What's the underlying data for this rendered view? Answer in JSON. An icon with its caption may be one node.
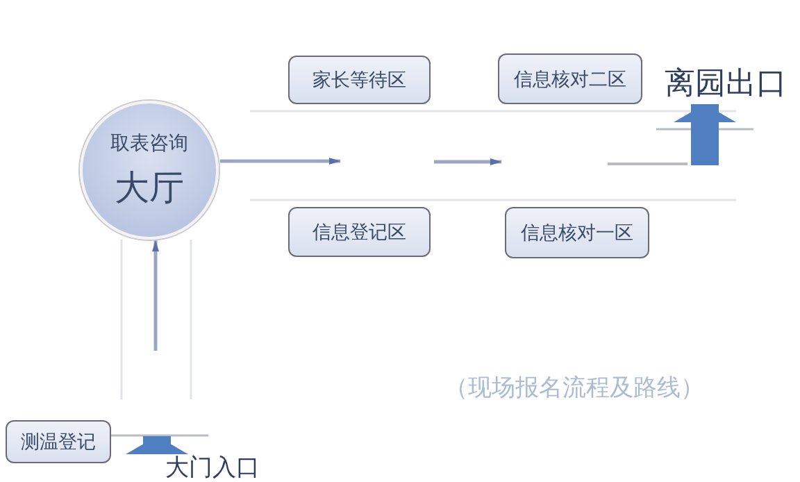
{
  "diagram": {
    "nodes": [
      {
        "text": [
          "取表咨询",
          "大厅"
        ]
      },
      {
        "text": [
          "家长等待区"
        ]
      },
      {
        "text": [
          "信息核对二区"
        ]
      },
      {
        "text": [
          "信息登记区"
        ]
      },
      {
        "text": [
          "信息核对一区"
        ]
      },
      {
        "text": [
          "测温登记"
        ]
      },
      {
        "text": [
          "离园出口"
        ]
      }
    ],
    "edges": [
      {
        "from": null,
        "to": 0,
        "arrow": "to"
      },
      {
        "from": 0,
        "to": null,
        "arrow": "to"
      },
      {
        "from": null,
        "to": 6,
        "arrow": "to",
        "style": "thick",
        "color": "#4f7fc0"
      }
    ],
    "labels": [
      "（现场报名流程及路线）",
      "大门入口"
    ]
  }
}
